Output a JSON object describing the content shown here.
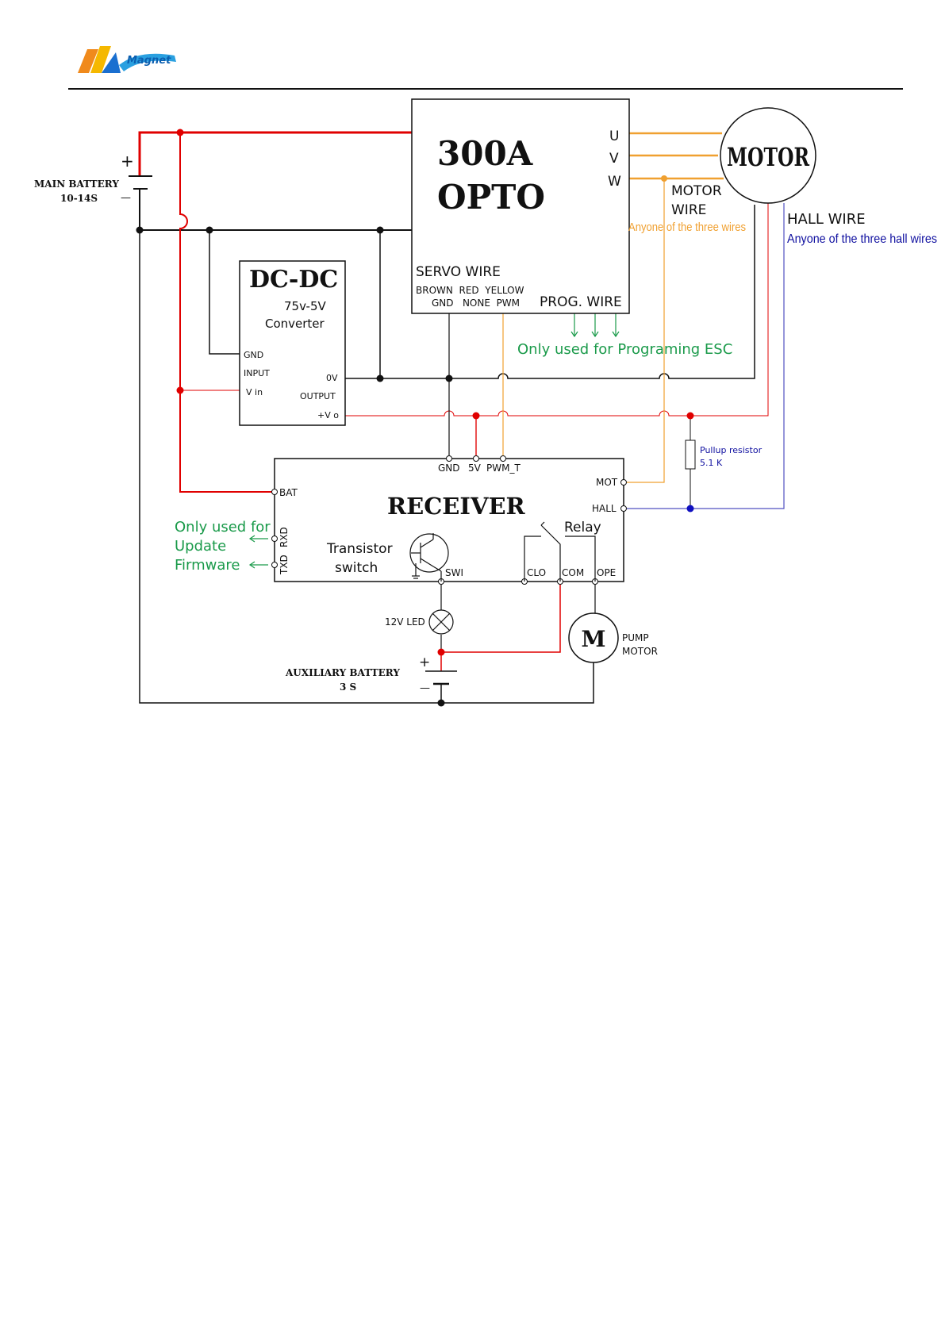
{
  "logo": {
    "text": "Magnet"
  },
  "battery_main": {
    "label": "MAIN BATTERY",
    "spec": "10-14S",
    "plus": "+",
    "minus": "—"
  },
  "esc": {
    "title_line1": "300A",
    "title_line2": "OPTO",
    "phase_u": "U",
    "phase_v": "V",
    "phase_w": "W",
    "servo_wire": "SERVO WIRE",
    "servo_colors": "BROWN  RED  YELLOW",
    "servo_funcs": "GND   NONE  PWM",
    "prog_wire": "PROG. WIRE"
  },
  "motor": {
    "label": "MOTOR",
    "wire_label_1": "MOTOR",
    "wire_label_2": "WIRE",
    "wire_note": "Anyone of the three wires",
    "hall_label": "HALL WIRE",
    "hall_note": "Anyone of the three hall wires"
  },
  "prog_note": "Only used for Programing ESC",
  "dcdc": {
    "title": "DC-DC",
    "spec": "75v-5V",
    "sub": "Converter",
    "gnd": "GND",
    "input": "INPUT",
    "vin": "V in",
    "ov": "0V",
    "output": "OUTPUT",
    "vo": "+V o"
  },
  "pullup": {
    "label": "Pullup resistor",
    "value": "5.1 K"
  },
  "receiver": {
    "title": "RECEIVER",
    "gnd": "GND",
    "v5": "5V",
    "pwm": "PWM_T",
    "bat": "BAT",
    "mot": "MOT",
    "hall": "HALL",
    "rxd": "RXD",
    "txd": "TXD",
    "transistor_1": "Transistor",
    "transistor_2": "switch",
    "swi": "SWI",
    "relay": "Relay",
    "clo": "CLO",
    "com": "COM",
    "ope": "OPE"
  },
  "firmware_note": {
    "line1": "Only used for",
    "line2": "Update",
    "line3": "Firmware"
  },
  "led": {
    "label": "12V LED"
  },
  "pump": {
    "symbol": "M",
    "label_1": "PUMP",
    "label_2": "MOTOR"
  },
  "battery_aux": {
    "label": "AUXILIARY BATTERY",
    "spec": "3 S",
    "plus": "+",
    "minus": "—"
  },
  "colors": {
    "red": "#e00000",
    "black": "#111111",
    "orange": "#f0a030",
    "blue": "#2020b0",
    "green": "#1a9a4a",
    "darkblue": "#1010a0"
  }
}
